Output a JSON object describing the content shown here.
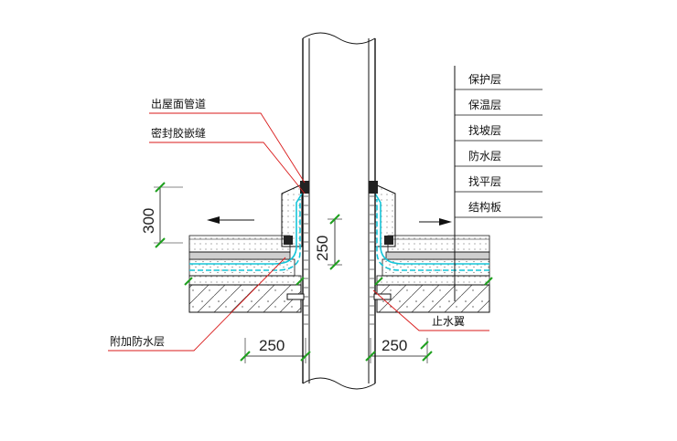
{
  "layers": [
    "保护层",
    "保温层",
    "找坡层",
    "防水层",
    "找平层",
    "结构板"
  ],
  "callouts": {
    "pipe": "出屋面管道",
    "sealant": "密封胶嵌缝",
    "extra_waterproof": "附加防水层",
    "water_stop": "止水翼"
  },
  "dimensions": {
    "upstand_height": "300",
    "flashing_height": "250",
    "left_width": "250",
    "right_width": "250"
  },
  "colors": {
    "line": "#111111",
    "red": "#d91a1a",
    "cyan": "#17c5d9",
    "green": "#1ea01e",
    "layer_gray": "#bdbdbd"
  }
}
